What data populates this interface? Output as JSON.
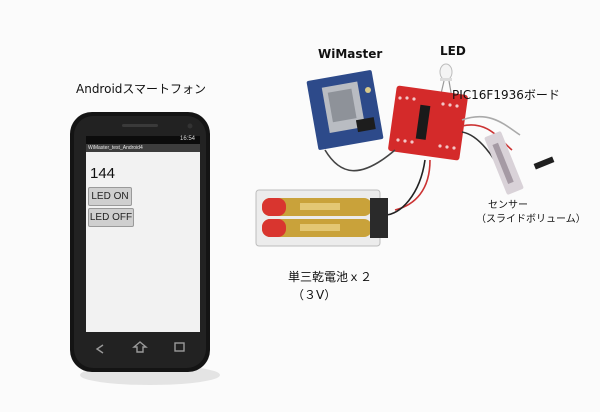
{
  "labels": {
    "phone": "Androidスマートフォン",
    "wimaster": "WiMaster",
    "led": "LED",
    "board": "PIC16F1936ボード",
    "sensor_1": "センサー",
    "sensor_2": "（スライドボリューム）",
    "battery_1": "単三乾電池ｘ２",
    "battery_2": "（３V）"
  },
  "phone_screen": {
    "status_time": "16:54",
    "app_title": "WiMaster_test_Android4",
    "value": "144",
    "led_on_label": "LED ON",
    "led_off_label": "LED OFF"
  },
  "colors": {
    "pcb_red": "#d42a2a",
    "wimaster_blue": "#2d4a8a",
    "phone_body": "#1a1a1a",
    "battery_gold": "#c9a23a"
  }
}
